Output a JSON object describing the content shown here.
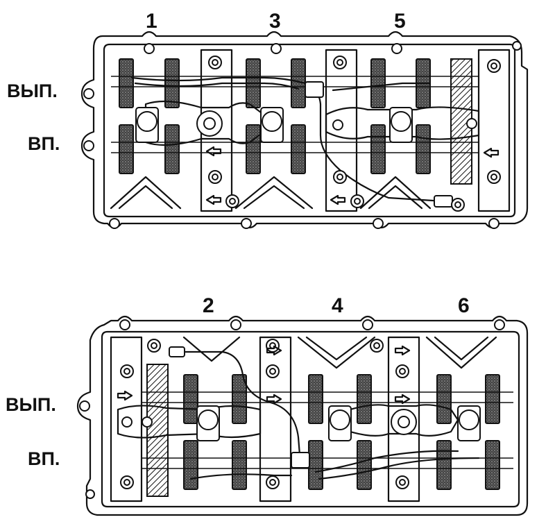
{
  "diagram": {
    "top_bank": {
      "cylinders": [
        "1",
        "3",
        "5"
      ],
      "exhaust_label": "ВЫП.",
      "intake_label": "ВП."
    },
    "bottom_bank": {
      "cylinders": [
        "2",
        "4",
        "6"
      ],
      "exhaust_label": "ВЫП.",
      "intake_label": "ВП."
    },
    "colors": {
      "line": "#111111",
      "background": "#ffffff",
      "lobe_fill": "#555555"
    }
  }
}
